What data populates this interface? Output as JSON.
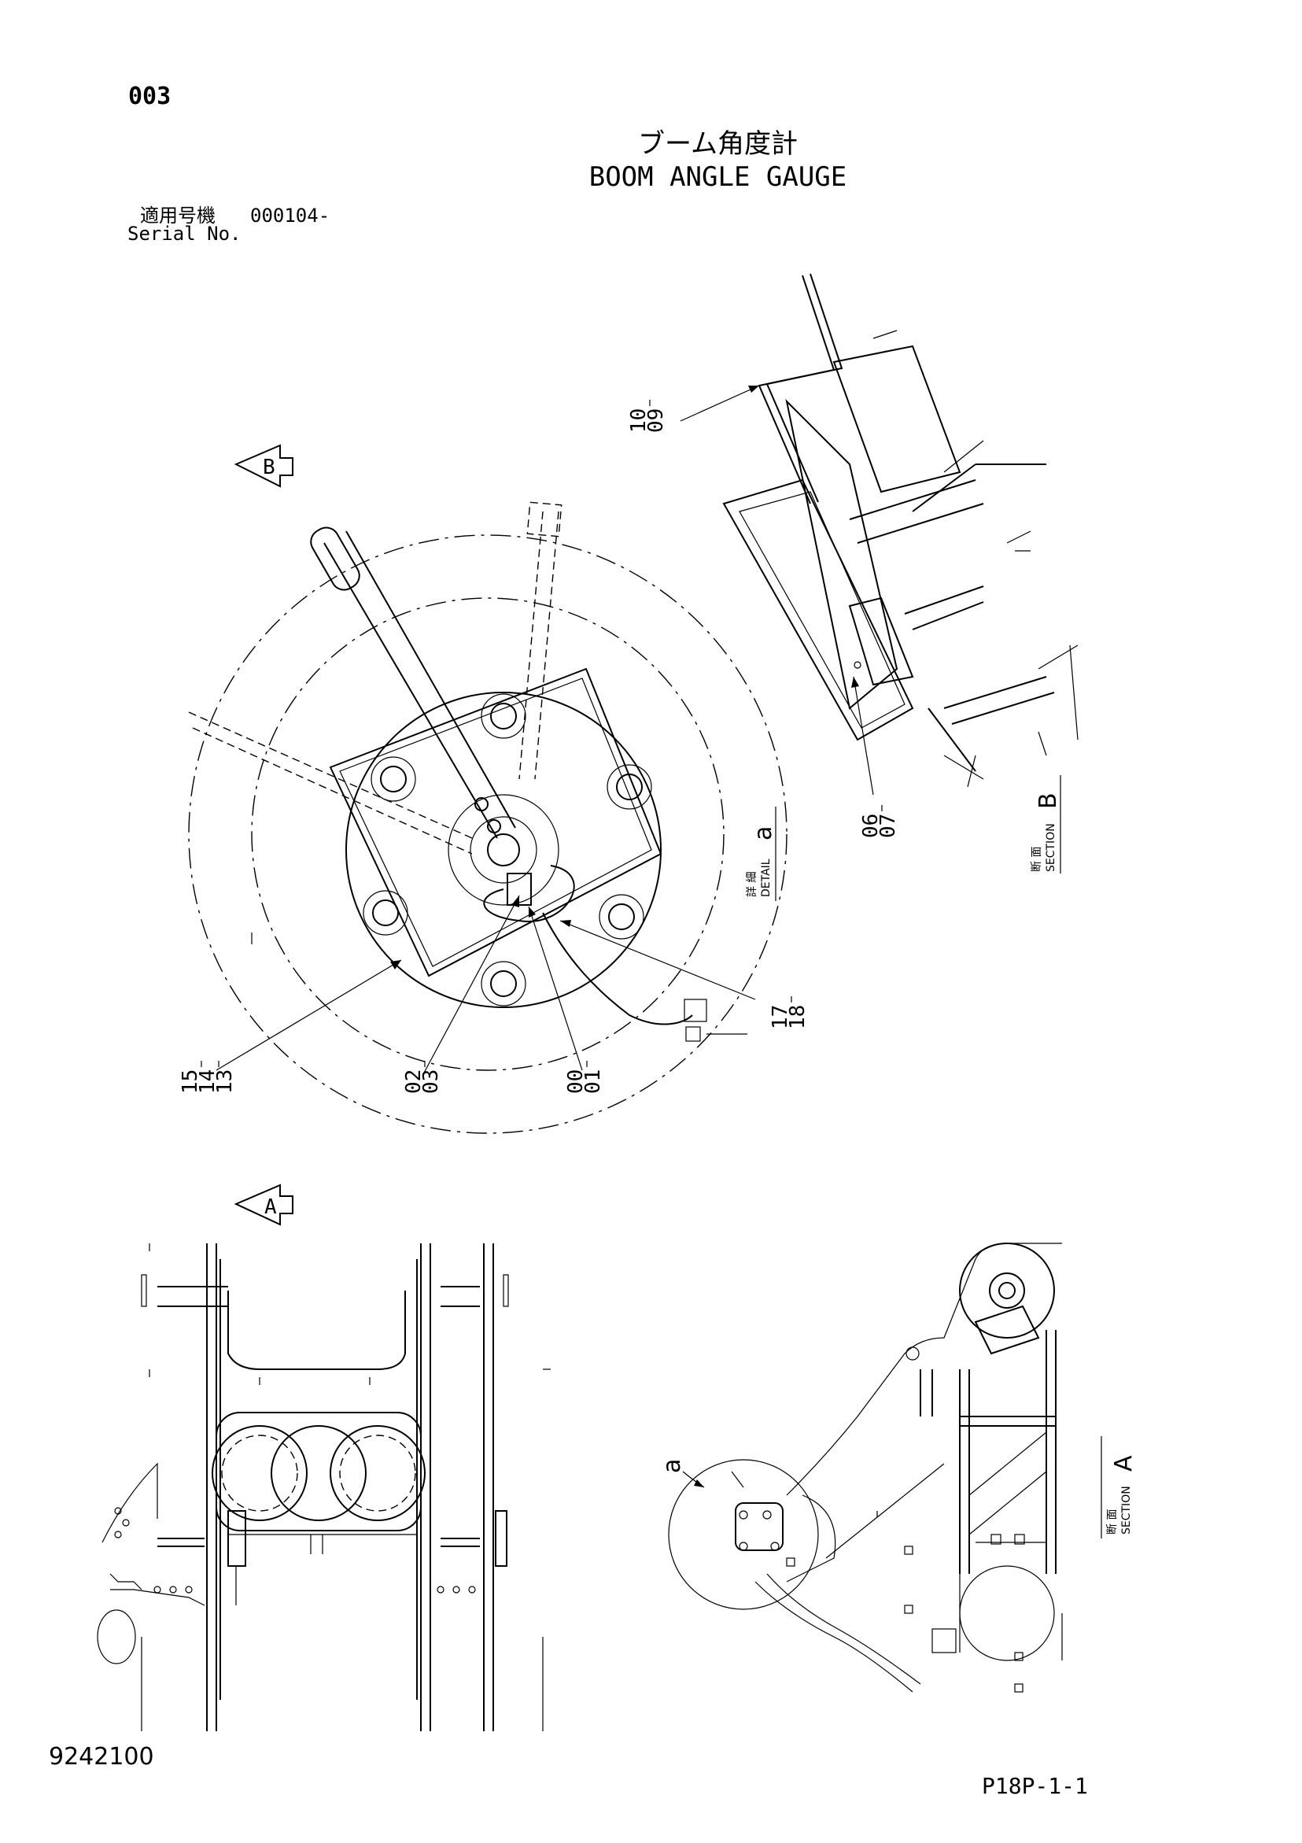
{
  "header": {
    "page_number": "003",
    "title_jp": "ブーム角度計",
    "title_en": "BOOM ANGLE GAUGE",
    "serial_label_jp": "適用号機",
    "serial_value": "000104-",
    "serial_label_en": "Serial No."
  },
  "callouts": {
    "c_10_09": [
      "10",
      "09"
    ],
    "c_06_07": [
      "06",
      "07"
    ],
    "c_17_18": [
      "17",
      "18"
    ],
    "c_15_14_13": [
      "15",
      "14",
      "13"
    ],
    "c_02_03": [
      "02",
      "03"
    ],
    "c_00_01": [
      "00",
      "01"
    ]
  },
  "view_markers": {
    "b": "B",
    "a": "A",
    "detail_a_letter": "a"
  },
  "section_labels": {
    "detail_jp": "詳 細",
    "detail_en": "DETAIL",
    "detail_letter": "a",
    "section_jp": "断 面",
    "section_en": "SECTION",
    "section_b_letter": "B",
    "section_a_letter": "A"
  },
  "footer": {
    "document_number": "9242100",
    "page_code": "P18P-1-1"
  }
}
